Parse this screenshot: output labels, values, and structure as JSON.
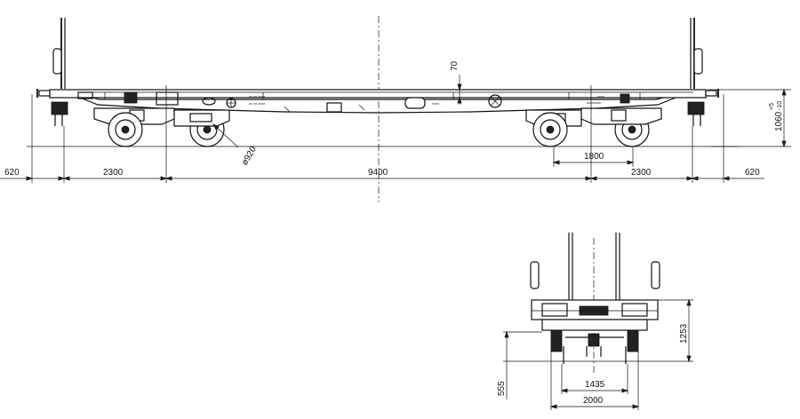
{
  "side_view": {
    "dims_bottom": {
      "end_left": "620",
      "bogie_to_pivot_left": "2300",
      "pivot_spacing": "9400",
      "bogie_to_pivot_right": "2300",
      "end_right": "620"
    },
    "wheelbase": "1800",
    "wheel_diameter": "ø920",
    "center_offset": "70",
    "deck_height": "1060",
    "deck_tol_upper": "+5",
    "deck_tol_lower": "-10"
  },
  "end_view": {
    "height_1253": "1253",
    "height_555": "555",
    "gauge": "1435",
    "width": "2000"
  }
}
